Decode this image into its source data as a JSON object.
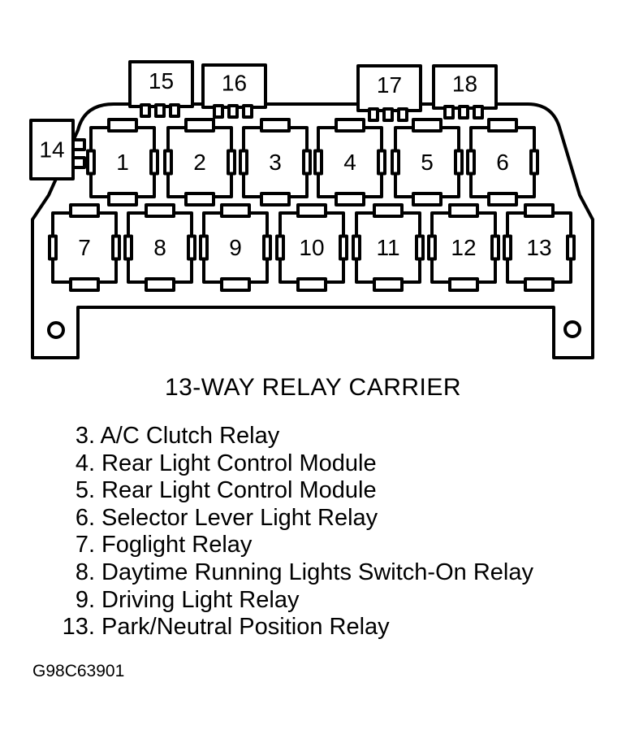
{
  "diagram": {
    "title": "13-WAY RELAY CARRIER",
    "positions": [
      "1",
      "2",
      "3",
      "4",
      "5",
      "6",
      "7",
      "8",
      "9",
      "10",
      "11",
      "12",
      "13",
      "14",
      "15",
      "16",
      "17",
      "18"
    ]
  },
  "legend": [
    {
      "num": "3.",
      "text": "A/C Clutch Relay"
    },
    {
      "num": "4.",
      "text": "Rear Light Control Module"
    },
    {
      "num": "5.",
      "text": "Rear Light Control Module"
    },
    {
      "num": "6.",
      "text": "Selector Lever Light Relay"
    },
    {
      "num": "7.",
      "text": "Foglight Relay"
    },
    {
      "num": "8.",
      "text": "Daytime Running Lights Switch-On Relay"
    },
    {
      "num": "9.",
      "text": "Driving Light Relay"
    },
    {
      "num": "13.",
      "text": "Park/Neutral Position Relay"
    }
  ],
  "figure_code": "G98C63901"
}
